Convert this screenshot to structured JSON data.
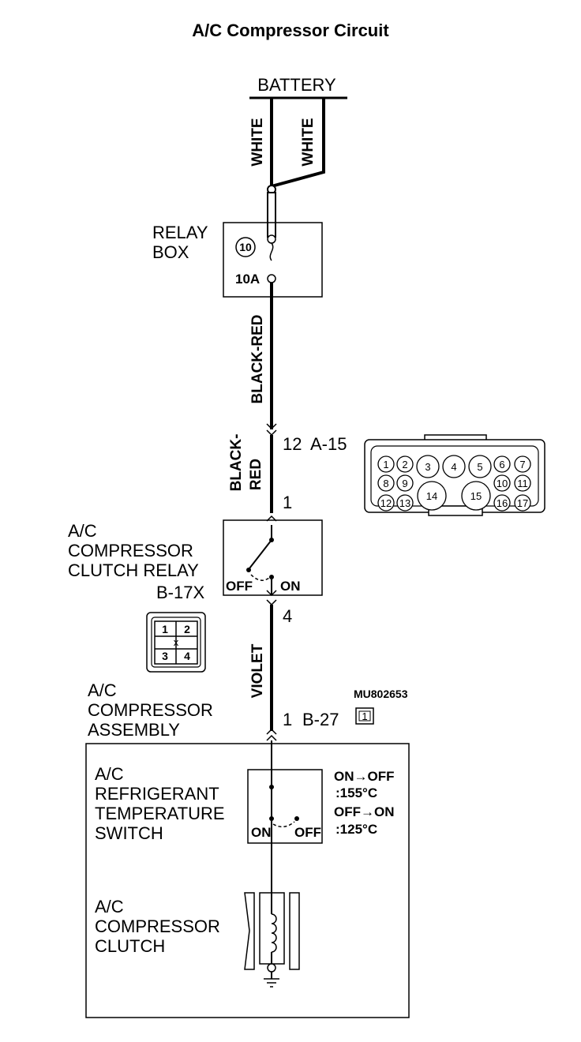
{
  "title": "A/C Compressor Circuit",
  "battery": "BATTERY",
  "wire_white_left": "WHITE",
  "wire_white_right": "WHITE",
  "relay_box": {
    "line1": "RELAY",
    "line2": "BOX",
    "fuse_number": "10",
    "fuse_rating": "10A"
  },
  "wire_black_red_1": "BLACK-RED",
  "connector_a15": {
    "pin": "12",
    "id": "A-15"
  },
  "wire_black_red_2": {
    "line1": "BLACK-",
    "line2": "RED"
  },
  "a15_pins": [
    "1",
    "2",
    "3",
    "4",
    "5",
    "6",
    "7",
    "8",
    "9",
    "10",
    "11",
    "12",
    "13",
    "14",
    "15",
    "16",
    "17"
  ],
  "pin_1": "1",
  "clutch_relay": {
    "line1": "A/C",
    "line2": "COMPRESSOR",
    "line3": "CLUTCH RELAY",
    "id": "B-17X",
    "off": "OFF",
    "on": "ON"
  },
  "relay_connector_pins": [
    "1",
    "2",
    "3",
    "4"
  ],
  "relay_connector_x": "x",
  "pin_4": "4",
  "wire_violet": "VIOLET",
  "assembly": {
    "line1": "A/C",
    "line2": "COMPRESSOR",
    "line3": "ASSEMBLY"
  },
  "part_number": "MU802653",
  "part_pin": "1",
  "connector_b27": {
    "pin": "1",
    "id": "B-27"
  },
  "temp_switch": {
    "line1": "A/C",
    "line2": "REFRIGERANT",
    "line3": "TEMPERATURE",
    "line4": "SWITCH",
    "on": "ON",
    "off": "OFF"
  },
  "conditions": {
    "line1": "ON→OFF",
    "line2": ":155°C",
    "line3": "OFF→ON",
    "line4": ":125°C"
  },
  "clutch": {
    "line1": "A/C",
    "line2": "COMPRESSOR",
    "line3": "CLUTCH"
  }
}
